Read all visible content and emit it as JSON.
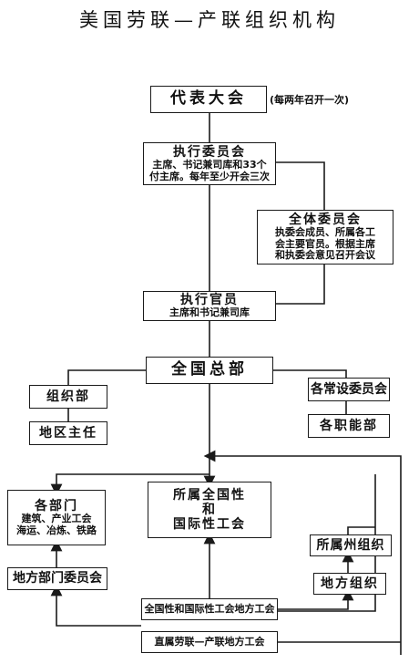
{
  "title": "美国劳联—产联组织机构",
  "nodes": {
    "convention": {
      "label": "代表大会",
      "note": "(每两年召开一次)"
    },
    "executive_council": {
      "label": "执行委员会",
      "line1": "主席、书记兼司库和33个",
      "line2": "付主席。每年至少开会三次"
    },
    "general_board": {
      "label": "全体委员会",
      "line1": "执委会成员、所属各工",
      "line2": "会主要官员。根据主席",
      "line3": "和执委会意见召开会议"
    },
    "executive_officers": {
      "label": "执行官员",
      "line1": "主席和书记兼司库"
    },
    "headquarters": {
      "label": "全国总部"
    },
    "org_dept": {
      "label": "组织部"
    },
    "regional_director": {
      "label": "地区主任"
    },
    "standing_committees": {
      "label": "各常设委员会"
    },
    "functional_depts": {
      "label": "各职能部"
    },
    "trade_depts": {
      "label": "各部门",
      "line1": "建筑、产业工会",
      "line2": "海运、冶炼、铁路"
    },
    "affiliated_unions": {
      "line1": "所属全国性",
      "line2": "和",
      "line3": "国际性工会"
    },
    "state_orgs": {
      "label": "所属州组织"
    },
    "local_dept_councils": {
      "label": "地方部门委员会"
    },
    "local_central_bodies": {
      "label": "地方组织"
    },
    "local_unions": {
      "label": "全国性和国际性工会地方工会"
    },
    "directly_affiliated_locals": {
      "label": "直属劳联—产联地方工会"
    }
  }
}
